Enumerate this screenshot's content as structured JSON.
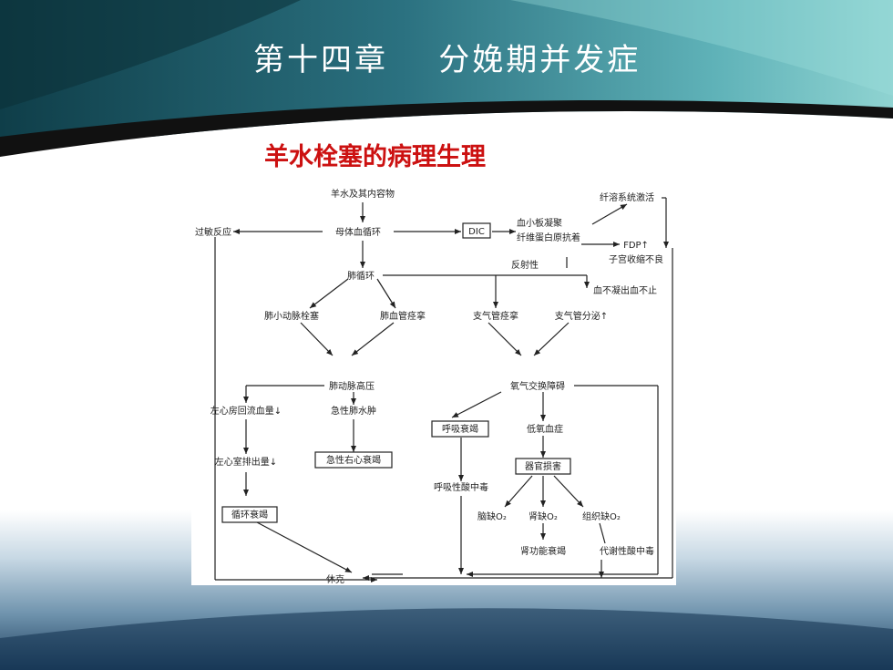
{
  "header": {
    "title": "第十四章    分娩期并发症"
  },
  "subtitle": "羊水栓塞的病理生理",
  "diagram": {
    "amniotic_fluid": "羊水及其内容物",
    "maternal_circulation": "母体血循环",
    "allergic_reaction": "过敏反应",
    "dic": "DIC",
    "fibrinolysis": "纤溶系统激活",
    "platelet_aggregation": "血小板凝聚",
    "fibrinogen": "纤维蛋白原抗着",
    "fdp": "FDP↑",
    "uterine_atony": "子宫收缩不良",
    "reflexive": "反射性",
    "pulmonary_circulation": "肺循环",
    "uncontrolled_bleeding": "血不凝出血不止",
    "arteriole_embolism": "肺小动脉栓塞",
    "vessel_spasm": "肺血管痉挛",
    "bronchospasm": "支气管痉挛",
    "bronchial_secretion": "支气管分泌↑",
    "pulmonary_hypertension": "肺动脉高压",
    "gas_exchange": "氧气交换障碍",
    "left_atrium": "左心房回流血量↓",
    "pulmonary_edema": "急性肺水肿",
    "respiratory_failure": "呼吸衰竭",
    "hypoxemia": "低氧血症",
    "left_ventricle": "左心室排出量↓",
    "right_heart_failure": "急性右心衰竭",
    "organ_damage": "器官损害",
    "respiratory_acidosis": "呼吸性酸中毒",
    "circulatory_failure": "循环衰竭",
    "brain_hypoxia": "脑缺O₂",
    "kidney_hypoxia": "肾缺O₂",
    "tissue_hypoxia": "组织缺O₂",
    "renal_failure": "肾功能衰竭",
    "metabolic_acidosis": "代谢性酸中毒",
    "shock": "休克"
  }
}
